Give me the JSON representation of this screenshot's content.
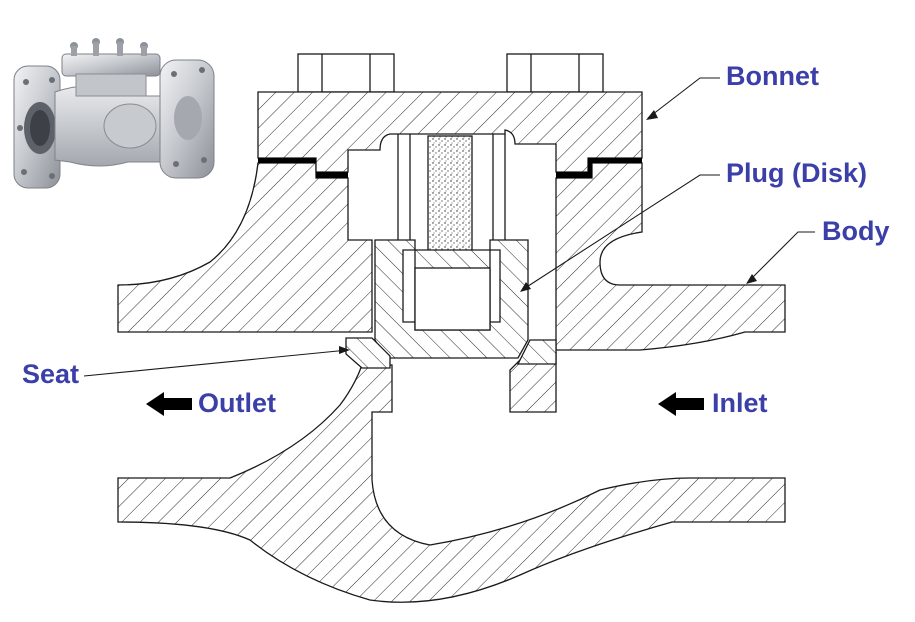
{
  "labels": {
    "bonnet": "Bonnet",
    "plug": "Plug (Disk)",
    "body": "Body",
    "seat": "Seat",
    "outlet": "Outlet",
    "inlet": "Inlet"
  },
  "colors": {
    "label": "#3b3fa8",
    "line": "#1a1a1a",
    "hatch": "#2a2a2a",
    "gasket": "#000000",
    "background": "#ffffff"
  },
  "photo": {
    "subject": "check valve photograph"
  }
}
